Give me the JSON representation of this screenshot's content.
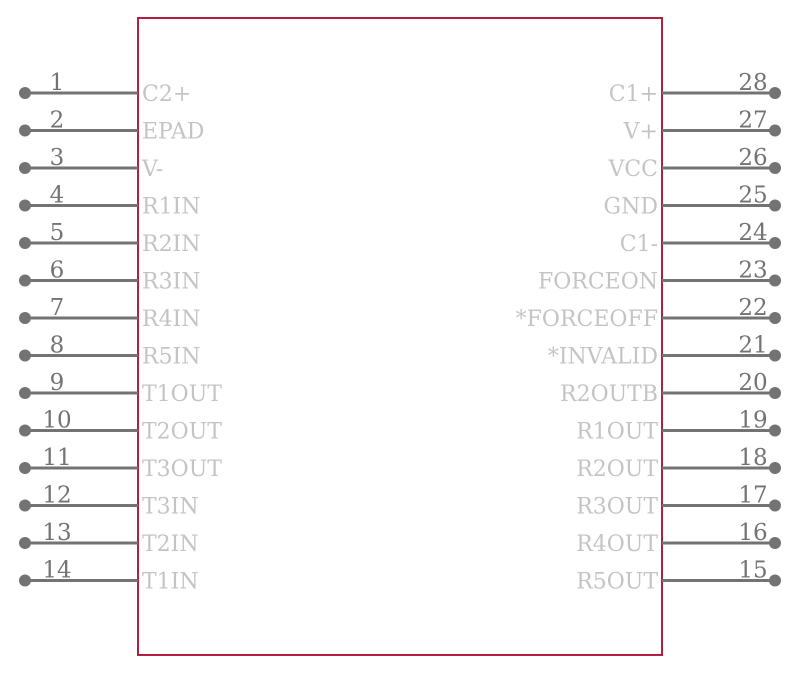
{
  "colors": {
    "body_outline": "#b3203f",
    "pin": "#737373",
    "pin_name": "#c4c4c4",
    "background": "#ffffff"
  },
  "left_pins": [
    {
      "number": "1",
      "name": "C2+"
    },
    {
      "number": "2",
      "name": "EPAD"
    },
    {
      "number": "3",
      "name": "V-"
    },
    {
      "number": "4",
      "name": "R1IN"
    },
    {
      "number": "5",
      "name": "R2IN"
    },
    {
      "number": "6",
      "name": "R3IN"
    },
    {
      "number": "7",
      "name": "R4IN"
    },
    {
      "number": "8",
      "name": "R5IN"
    },
    {
      "number": "9",
      "name": "T1OUT"
    },
    {
      "number": "10",
      "name": "T2OUT"
    },
    {
      "number": "11",
      "name": "T3OUT"
    },
    {
      "number": "12",
      "name": "T3IN"
    },
    {
      "number": "13",
      "name": "T2IN"
    },
    {
      "number": "14",
      "name": "T1IN"
    }
  ],
  "right_pins": [
    {
      "number": "28",
      "name": "C1+"
    },
    {
      "number": "27",
      "name": "V+"
    },
    {
      "number": "26",
      "name": "VCC"
    },
    {
      "number": "25",
      "name": "GND"
    },
    {
      "number": "24",
      "name": "C1-"
    },
    {
      "number": "23",
      "name": "FORCEON"
    },
    {
      "number": "22",
      "name": "*FORCEOFF"
    },
    {
      "number": "21",
      "name": "*INVALID"
    },
    {
      "number": "20",
      "name": "R2OUTB"
    },
    {
      "number": "19",
      "name": "R1OUT"
    },
    {
      "number": "18",
      "name": "R2OUT"
    },
    {
      "number": "17",
      "name": "R3OUT"
    },
    {
      "number": "16",
      "name": "R4OUT"
    },
    {
      "number": "15",
      "name": "R5OUT"
    }
  ]
}
